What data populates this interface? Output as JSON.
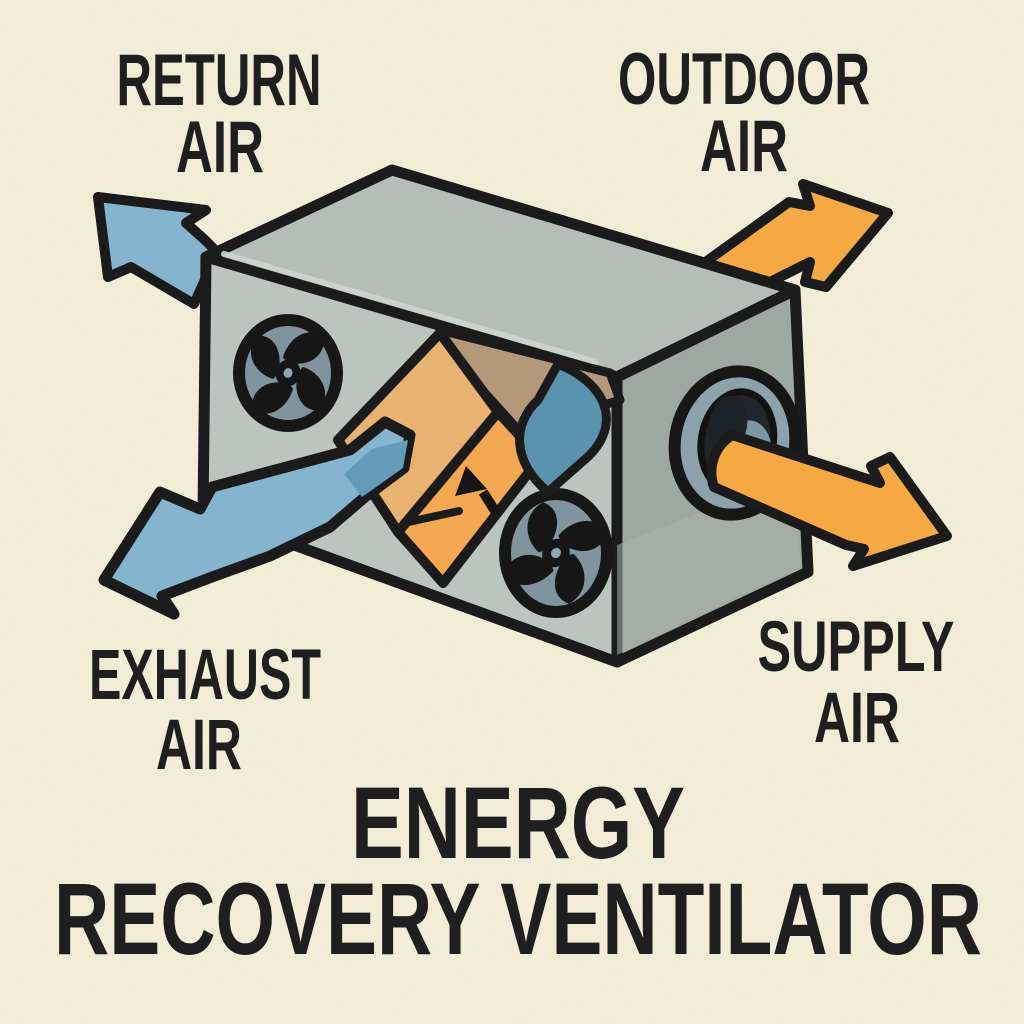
{
  "title": {
    "lines": [
      "ENERGY",
      "RECOVERY VENTILATOR"
    ]
  },
  "labels": {
    "return_air": [
      "RETURN",
      "AIR"
    ],
    "outdoor_air": [
      "OUTDOOR",
      "AIR"
    ],
    "exhaust_air": [
      "EXHAUST",
      "AIR"
    ],
    "supply_air": [
      "SUPPLY",
      "AIR"
    ]
  },
  "colors": {
    "background": "#f3eed9",
    "outline": "#1b1b1b",
    "text": "#1f1f1f",
    "cool_air": "#85b4ce",
    "cool_air_deep": "#5a93ae",
    "cool_air_shade": "#639bb8",
    "warm_air": "#f6a843",
    "core_muted": "#e8b270",
    "core_bright": "#f4a851",
    "tan_panel": "#b39879",
    "box_top": "#b6bcb8",
    "box_front": "#bdc3be",
    "box_side": "#9ea8a3",
    "box_side_light": "#aab2ac",
    "fan_housing": "#80949e",
    "duct_ring": "#8da1ab",
    "duct_hole": "#20262b",
    "duct_glint": "#7e96a4"
  },
  "diagram": {
    "device": "Energy Recovery Ventilator unit, isometric cutaway",
    "components": [
      "front-fan",
      "lower-fan",
      "heat-exchange-core",
      "intake-duct",
      "side-duct-port"
    ],
    "flows": [
      {
        "label_ref": "return_air",
        "color_ref": "cool_air",
        "direction": "up-left"
      },
      {
        "label_ref": "outdoor_air",
        "color_ref": "warm_air",
        "direction": "up-right"
      },
      {
        "label_ref": "exhaust_air",
        "color_ref": "cool_air",
        "direction": "down-left"
      },
      {
        "label_ref": "supply_air",
        "color_ref": "warm_air",
        "direction": "down-right"
      }
    ]
  }
}
